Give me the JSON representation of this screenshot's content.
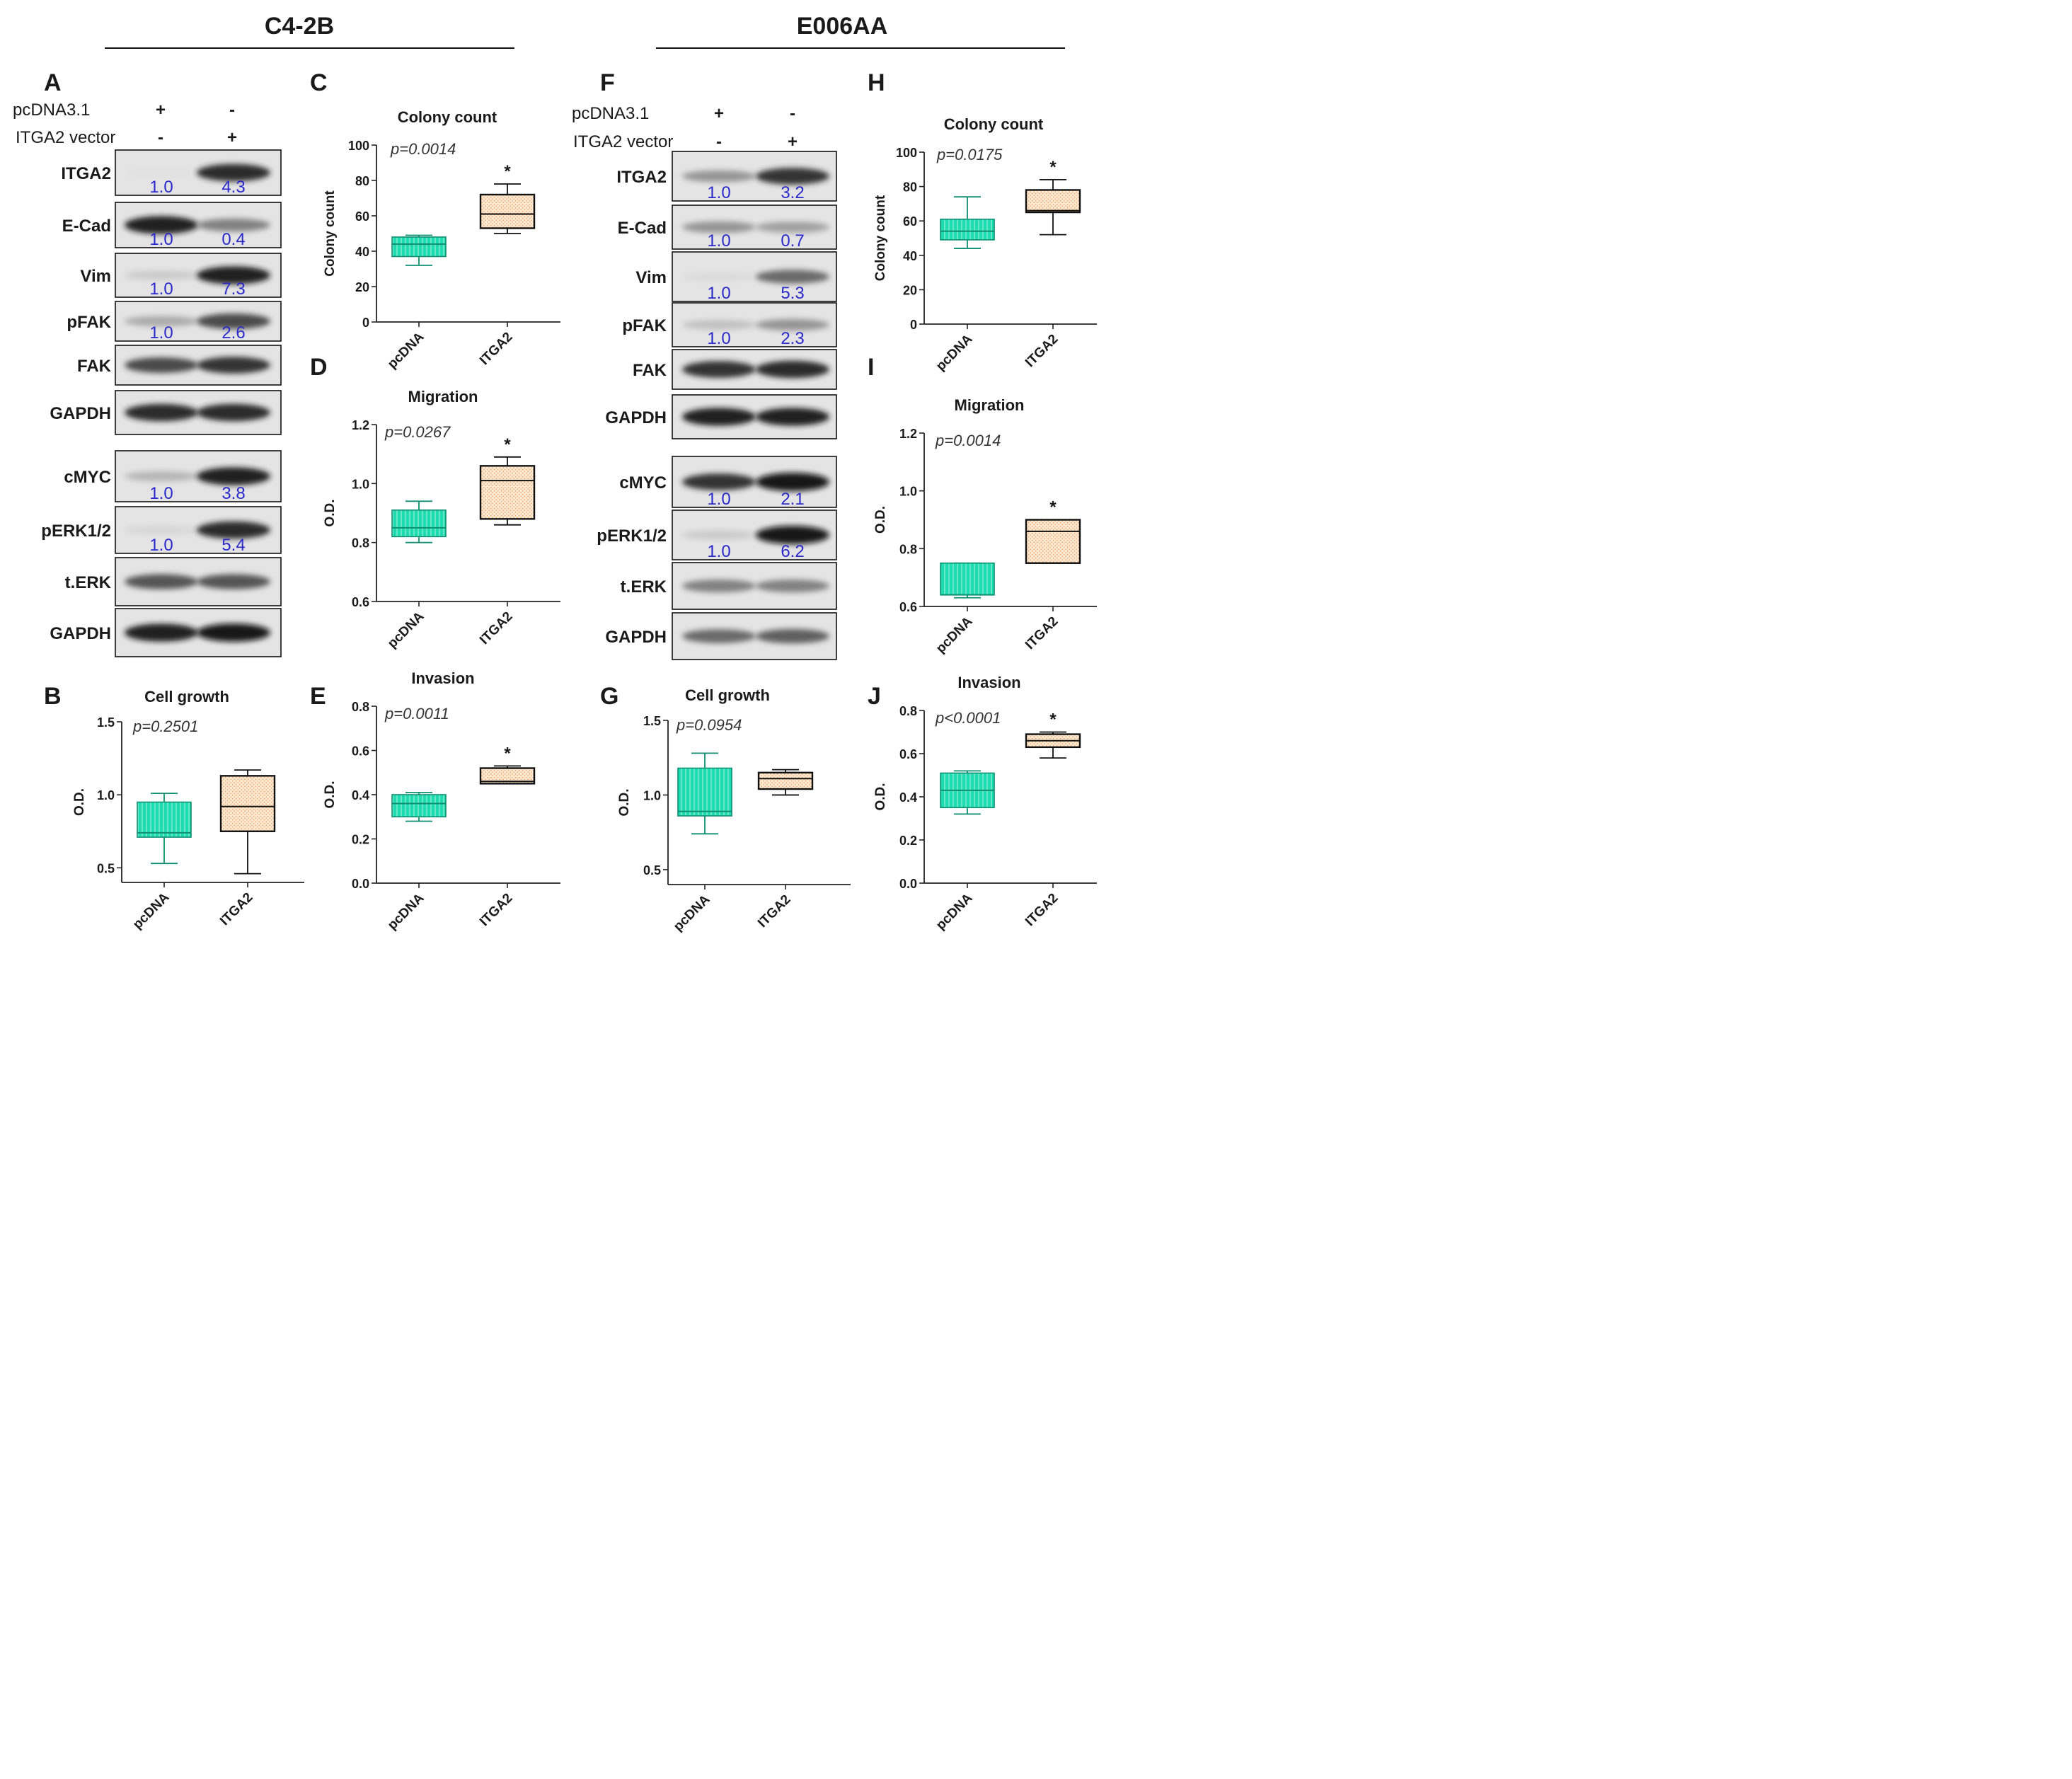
{
  "headers": [
    "C4-2B",
    "E006AA"
  ],
  "treatment_rows": {
    "row1_label": "pcDNA3.1",
    "row1_values": [
      "+",
      "-"
    ],
    "row2_label": "ITGA2 vector",
    "row2_values": [
      "-",
      "+"
    ]
  },
  "blots": [
    {
      "panel": "A",
      "proteins": [
        {
          "name": "ITGA2",
          "quant": [
            "1.0",
            "4.3"
          ],
          "band": [
            0.05,
            0.9
          ]
        },
        {
          "name": "E-Cad",
          "quant": [
            "1.0",
            "0.4"
          ],
          "band": [
            0.95,
            0.5
          ]
        },
        {
          "name": "Vim",
          "quant": [
            "1.0",
            "7.3"
          ],
          "band": [
            0.15,
            0.95
          ]
        },
        {
          "name": "pFAK",
          "quant": [
            "1.0",
            "2.6"
          ],
          "band": [
            0.3,
            0.75
          ]
        },
        {
          "name": "FAK",
          "quant": [],
          "band": [
            0.75,
            0.85
          ]
        },
        {
          "name": "GAPDH",
          "quant": [],
          "band": [
            0.9,
            0.9
          ]
        },
        {
          "name": "cMYC",
          "quant": [
            "1.0",
            "3.8"
          ],
          "band": [
            0.25,
            0.95
          ]
        },
        {
          "name": "pERK1/2",
          "quant": [
            "1.0",
            "5.4"
          ],
          "band": [
            0.1,
            0.9
          ]
        },
        {
          "name": "t.ERK",
          "quant": [],
          "band": [
            0.7,
            0.7
          ]
        },
        {
          "name": "GAPDH",
          "quant": [],
          "band": [
            0.95,
            0.98
          ]
        }
      ]
    },
    {
      "panel": "F",
      "proteins": [
        {
          "name": "ITGA2",
          "quant": [
            "1.0",
            "3.2"
          ],
          "band": [
            0.4,
            0.85
          ]
        },
        {
          "name": "E-Cad",
          "quant": [
            "1.0",
            "0.7"
          ],
          "band": [
            0.4,
            0.35
          ]
        },
        {
          "name": "Vim",
          "quant": [
            "1.0",
            "5.3"
          ],
          "band": [
            0.08,
            0.6
          ]
        },
        {
          "name": "pFAK",
          "quant": [
            "1.0",
            "2.3"
          ],
          "band": [
            0.2,
            0.4
          ]
        },
        {
          "name": "FAK",
          "quant": [],
          "band": [
            0.85,
            0.9
          ]
        },
        {
          "name": "GAPDH",
          "quant": [],
          "band": [
            0.95,
            0.95
          ]
        },
        {
          "name": "cMYC",
          "quant": [
            "1.0",
            "2.1"
          ],
          "band": [
            0.85,
            1.0
          ]
        },
        {
          "name": "pERK1/2",
          "quant": [
            "1.0",
            "6.2"
          ],
          "band": [
            0.15,
            1.0
          ]
        },
        {
          "name": "t.ERK",
          "quant": [],
          "band": [
            0.5,
            0.5
          ]
        },
        {
          "name": "GAPDH",
          "quant": [],
          "band": [
            0.6,
            0.65
          ]
        }
      ]
    }
  ],
  "chart_data": [
    {
      "panel": "B",
      "type": "box",
      "title": "Cell growth",
      "ylabel": "O.D.",
      "ylim": [
        0.4,
        1.5
      ],
      "yticks": [
        0.5,
        1.0,
        1.5
      ],
      "ytick_labels": [
        "0.5",
        "1.0",
        "1.5"
      ],
      "categories": [
        "pcDNA",
        "ITGA2"
      ],
      "p_value": "p=0.2501",
      "significance": [
        "",
        ""
      ],
      "boxes": [
        {
          "min": 0.53,
          "q1": 0.71,
          "median": 0.74,
          "q3": 0.95,
          "max": 1.01
        },
        {
          "min": 0.46,
          "q1": 0.75,
          "median": 0.92,
          "q3": 1.13,
          "max": 1.17
        }
      ]
    },
    {
      "panel": "C",
      "type": "box",
      "title": "Colony count",
      "ylabel": "Colony count",
      "ylim": [
        0,
        100
      ],
      "yticks": [
        0,
        20,
        40,
        60,
        80,
        100
      ],
      "ytick_labels": [
        "0",
        "20",
        "40",
        "60",
        "80",
        "100"
      ],
      "categories": [
        "pcDNA",
        "ITGA2"
      ],
      "p_value": "p=0.0014",
      "significance": [
        "",
        "*"
      ],
      "boxes": [
        {
          "min": 32,
          "q1": 37,
          "median": 44,
          "q3": 48,
          "max": 49
        },
        {
          "min": 50,
          "q1": 53,
          "median": 61,
          "q3": 72,
          "max": 78
        }
      ]
    },
    {
      "panel": "D",
      "type": "box",
      "title": "Migration",
      "ylabel": "O.D.",
      "ylim": [
        0.6,
        1.2
      ],
      "yticks": [
        0.6,
        0.8,
        1.0,
        1.2
      ],
      "ytick_labels": [
        "0.6",
        "0.8",
        "1.0",
        "1.2"
      ],
      "categories": [
        "pcDNA",
        "ITGA2"
      ],
      "p_value": "p=0.0267",
      "significance": [
        "",
        "*"
      ],
      "boxes": [
        {
          "min": 0.8,
          "q1": 0.82,
          "median": 0.85,
          "q3": 0.91,
          "max": 0.94
        },
        {
          "min": 0.86,
          "q1": 0.88,
          "median": 1.01,
          "q3": 1.06,
          "max": 1.09
        }
      ]
    },
    {
      "panel": "E",
      "type": "box",
      "title": "Invasion",
      "ylabel": "O.D.",
      "ylim": [
        0.0,
        0.8
      ],
      "yticks": [
        0.0,
        0.2,
        0.4,
        0.6,
        0.8
      ],
      "ytick_labels": [
        "0.0",
        "0.2",
        "0.4",
        "0.6",
        "0.8"
      ],
      "categories": [
        "pcDNA",
        "ITGA2"
      ],
      "p_value": "p=0.0011",
      "significance": [
        "",
        "*"
      ],
      "boxes": [
        {
          "min": 0.28,
          "q1": 0.3,
          "median": 0.36,
          "q3": 0.4,
          "max": 0.41
        },
        {
          "min": 0.45,
          "q1": 0.45,
          "median": 0.46,
          "q3": 0.52,
          "max": 0.53
        }
      ]
    },
    {
      "panel": "G",
      "type": "box",
      "title": "Cell growth",
      "ylabel": "O.D.",
      "ylim": [
        0.4,
        1.5
      ],
      "yticks": [
        0.5,
        1.0,
        1.5
      ],
      "ytick_labels": [
        "0.5",
        "1.0",
        "1.5"
      ],
      "categories": [
        "pcDNA",
        "ITGA2"
      ],
      "p_value": "p=0.0954",
      "significance": [
        "",
        ""
      ],
      "boxes": [
        {
          "min": 0.74,
          "q1": 0.86,
          "median": 0.89,
          "q3": 1.18,
          "max": 1.28
        },
        {
          "min": 1.0,
          "q1": 1.04,
          "median": 1.11,
          "q3": 1.15,
          "max": 1.17
        }
      ]
    },
    {
      "panel": "H",
      "type": "box",
      "title": "Colony count",
      "ylabel": "Colony count",
      "ylim": [
        0,
        100
      ],
      "yticks": [
        0,
        20,
        40,
        60,
        80,
        100
      ],
      "ytick_labels": [
        "0",
        "20",
        "40",
        "60",
        "80",
        "100"
      ],
      "categories": [
        "pcDNA",
        "ITGA2"
      ],
      "p_value": "p=0.0175",
      "significance": [
        "",
        "*"
      ],
      "boxes": [
        {
          "min": 44,
          "q1": 49,
          "median": 54,
          "q3": 61,
          "max": 74
        },
        {
          "min": 52,
          "q1": 65,
          "median": 66,
          "q3": 78,
          "max": 84
        }
      ]
    },
    {
      "panel": "I",
      "type": "box",
      "title": "Migration",
      "ylabel": "O.D.",
      "ylim": [
        0.6,
        1.2
      ],
      "yticks": [
        0.6,
        0.8,
        1.0,
        1.2
      ],
      "ytick_labels": [
        "0.6",
        "0.8",
        "1.0",
        "1.2"
      ],
      "categories": [
        "pcDNA",
        "ITGA2"
      ],
      "p_value": "p=0.0014",
      "significance": [
        "",
        "*"
      ],
      "boxes": [
        {
          "min": 0.63,
          "q1": 0.64,
          "median": 0.64,
          "q3": 0.75,
          "max": 0.75
        },
        {
          "min": 0.75,
          "q1": 0.75,
          "median": 0.86,
          "q3": 0.9,
          "max": 0.9
        }
      ]
    },
    {
      "panel": "J",
      "type": "box",
      "title": "Invasion",
      "ylabel": "O.D.",
      "ylim": [
        0.0,
        0.8
      ],
      "yticks": [
        0.0,
        0.2,
        0.4,
        0.6,
        0.8
      ],
      "ytick_labels": [
        "0.0",
        "0.2",
        "0.4",
        "0.6",
        "0.8"
      ],
      "categories": [
        "pcDNA",
        "ITGA2"
      ],
      "p_value": "p<0.0001",
      "significance": [
        "",
        "*"
      ],
      "boxes": [
        {
          "min": 0.32,
          "q1": 0.35,
          "median": 0.43,
          "q3": 0.51,
          "max": 0.52
        },
        {
          "min": 0.58,
          "q1": 0.63,
          "median": 0.66,
          "q3": 0.69,
          "max": 0.7
        }
      ]
    }
  ],
  "colors": {
    "control_fill": "#1fdcb0",
    "control_stroke": "#0f8f72",
    "treat_fill": "#fbe3c8",
    "treat_stroke": "#111111",
    "quant_text": "#2a2acc",
    "axis": "#222222"
  }
}
